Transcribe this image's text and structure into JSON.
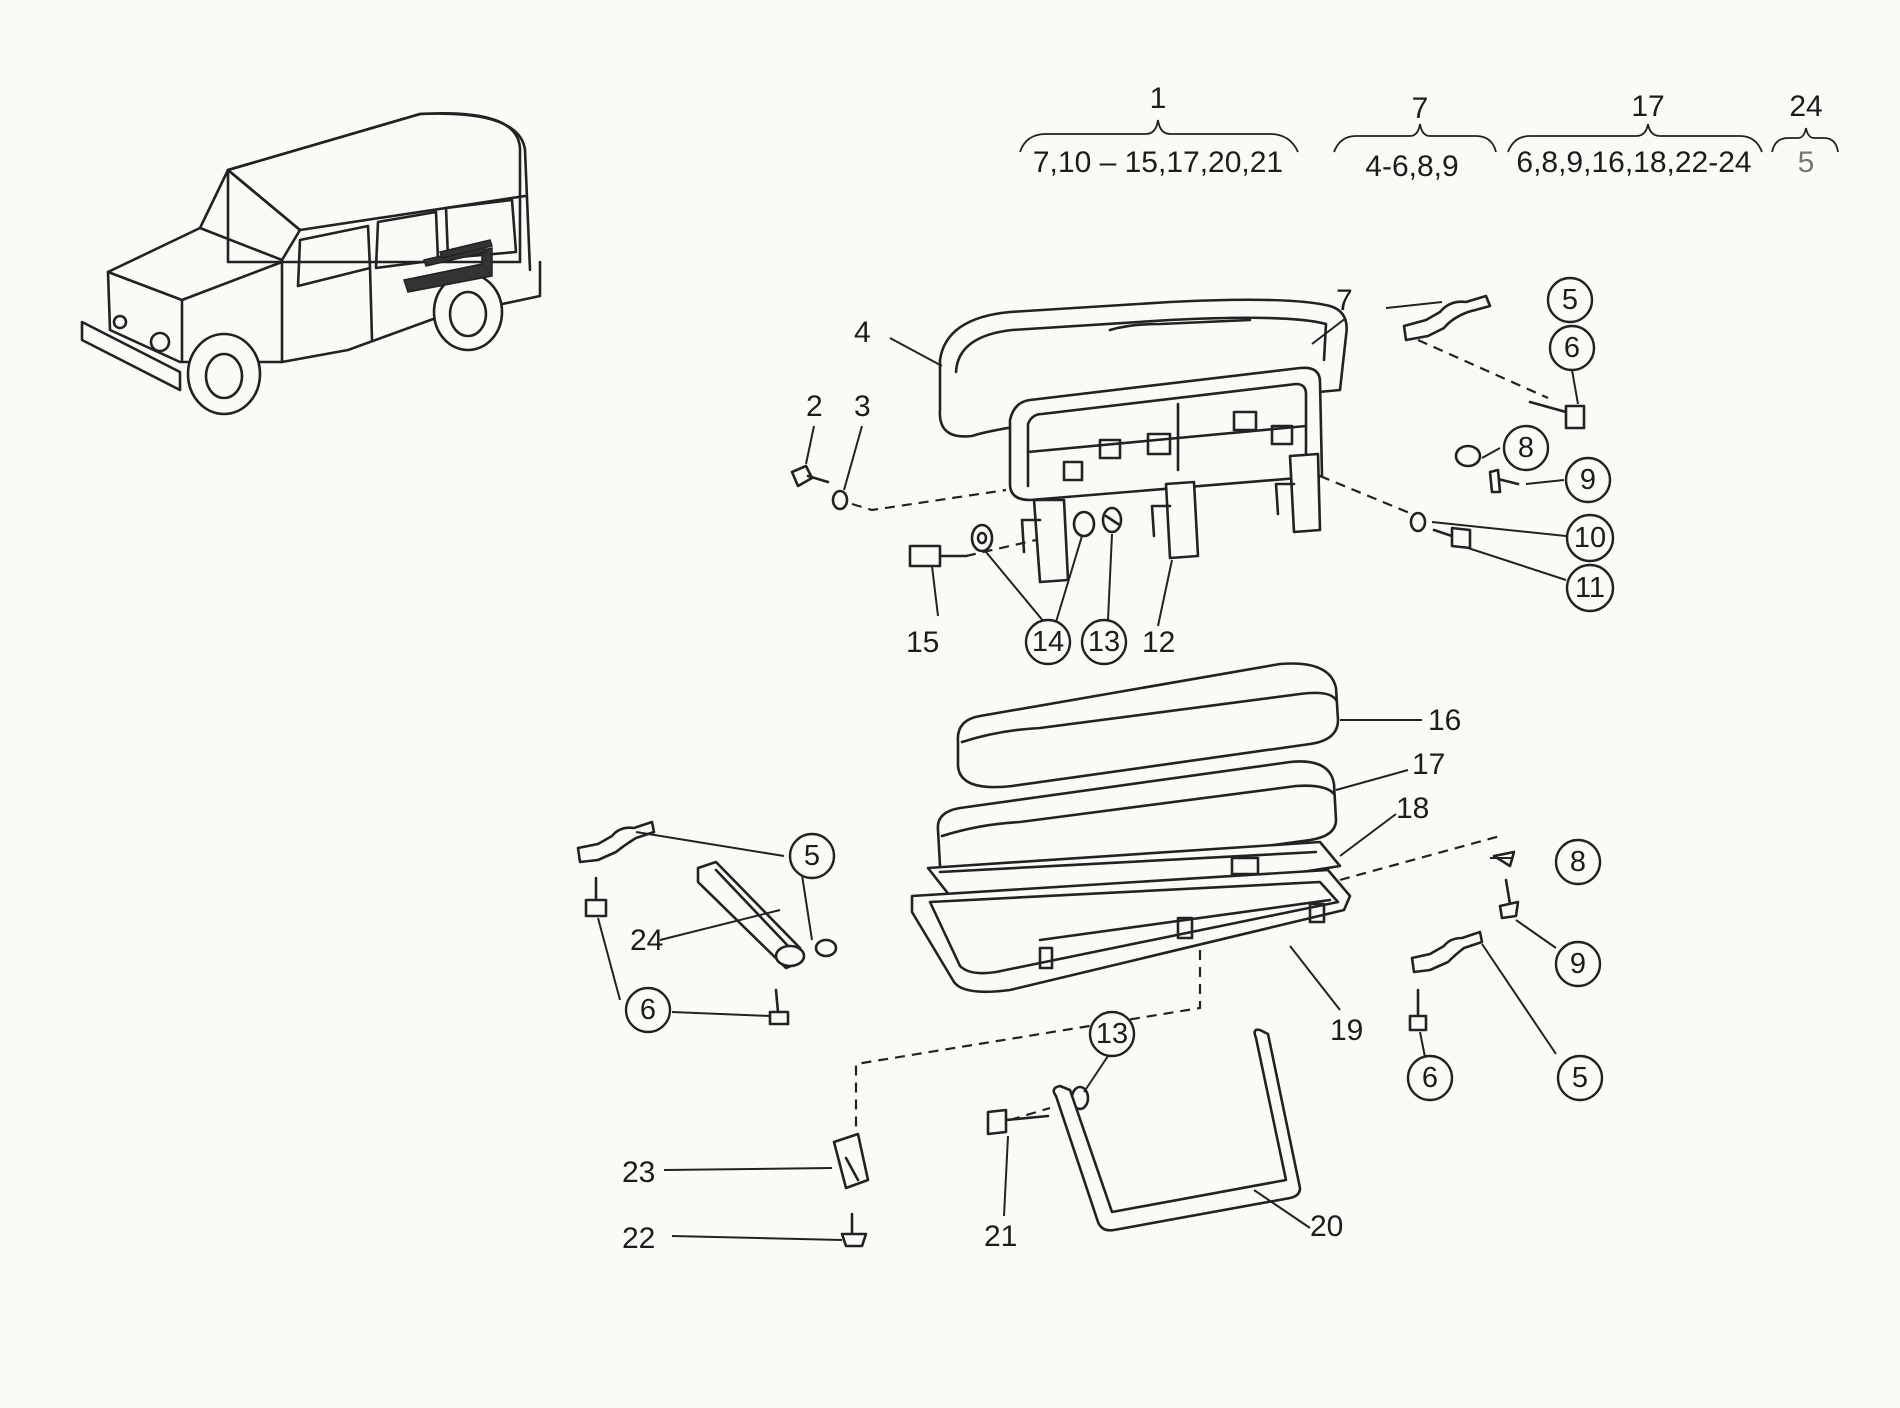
{
  "groups": [
    {
      "main": "1",
      "sub": "7,10 – 15,17,20,21"
    },
    {
      "main": "7",
      "sub": "4-6,8,9"
    },
    {
      "main": "17",
      "sub": "6,8,9,16,18,22-24"
    },
    {
      "main": "24",
      "sub": "5"
    }
  ],
  "plain_labels": {
    "p2": "2",
    "p3": "3",
    "p4": "4",
    "p7": "7",
    "p12": "12",
    "p15": "15",
    "p16": "16",
    "p17": "17",
    "p18": "18",
    "p19": "19",
    "p20": "20",
    "p21": "21",
    "p22": "22",
    "p23": "23",
    "p24": "24"
  },
  "circled_labels": {
    "c5a": "5",
    "c6a": "6",
    "c8a": "8",
    "c9a": "9",
    "c10": "10",
    "c11": "11",
    "c13a": "13",
    "c14": "14",
    "c5b": "5",
    "c6b": "6",
    "c8b": "8",
    "c9b": "9",
    "c5c": "5",
    "c6c": "6",
    "c13b": "13"
  }
}
